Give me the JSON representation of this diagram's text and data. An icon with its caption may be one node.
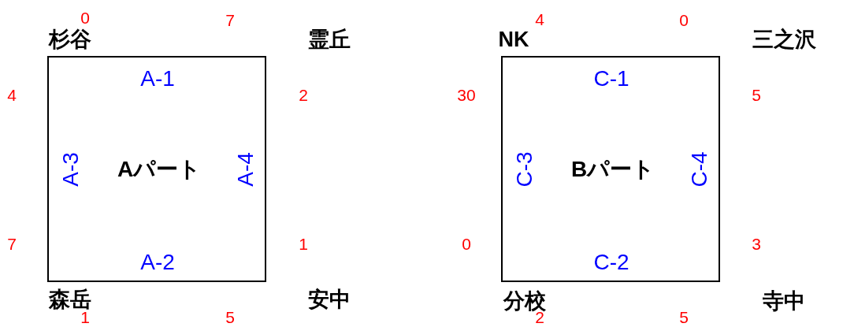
{
  "diagram": {
    "nodes": [
      {
        "text": [
          "A-1",
          "A-3",
          "Aパート",
          "A-4",
          "A-2"
        ]
      },
      {
        "text": [
          "C-1",
          "C-3",
          "Bパート",
          "C-4",
          "C-2"
        ]
      }
    ],
    "labels": [
      "0",
      "7",
      "4",
      "0",
      "杉谷",
      "霊丘",
      "NK",
      "三之沢",
      "4",
      "2",
      "30",
      "5",
      "7",
      "1",
      "0",
      "3",
      "森岳",
      "安中",
      "分校",
      "寺中",
      "1",
      "5",
      "2",
      "5"
    ]
  }
}
